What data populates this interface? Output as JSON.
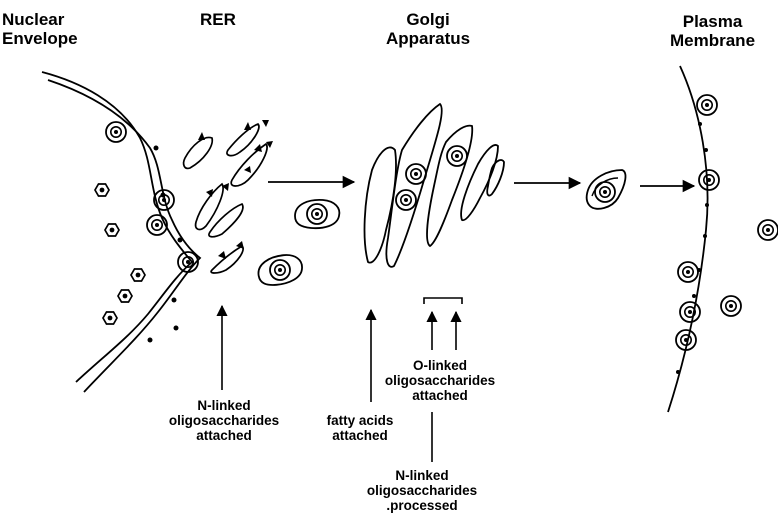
{
  "headers": {
    "nuclear_envelope": [
      "Nuclear",
      "Envelope"
    ],
    "rer": [
      "RER"
    ],
    "golgi": [
      "Golgi",
      "Apparatus"
    ],
    "plasma_membrane": [
      "Plasma",
      "Membrane"
    ]
  },
  "annotations": {
    "n_linked_attached": [
      "N-linked",
      "oligosaccharides",
      "attached"
    ],
    "fatty_acids": [
      "fatty acids",
      "attached"
    ],
    "o_linked": [
      "O-linked",
      "oligosaccharides",
      "attached"
    ],
    "n_linked_processed": [
      "N-linked",
      "oligosaccharides",
      ".processed"
    ]
  },
  "colors": {
    "ink": "#000000",
    "background": "#ffffff"
  }
}
